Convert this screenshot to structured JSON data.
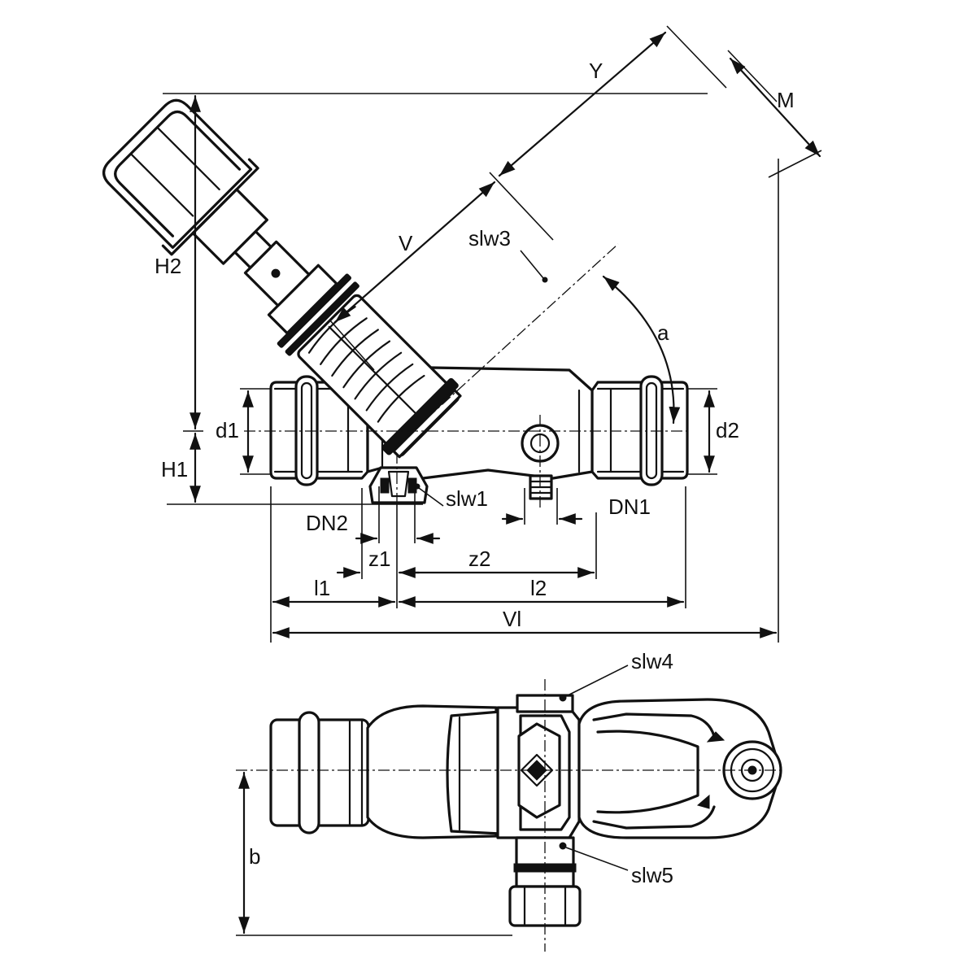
{
  "labels": {
    "y": "Y",
    "m": "M",
    "v": "V",
    "slw3": "slw3",
    "h2": "H2",
    "a": "a",
    "d1": "d1",
    "d2": "d2",
    "h1": "H1",
    "slw1": "slw1",
    "dn2": "DN2",
    "dn1": "DN1",
    "z1": "z1",
    "z2": "z2",
    "l1": "l1",
    "l2": "l2",
    "vl": "Vl",
    "slw4": "slw4",
    "b": "b",
    "slw5": "slw5"
  },
  "colors": {
    "line": "#111111",
    "background": "#ffffff"
  }
}
